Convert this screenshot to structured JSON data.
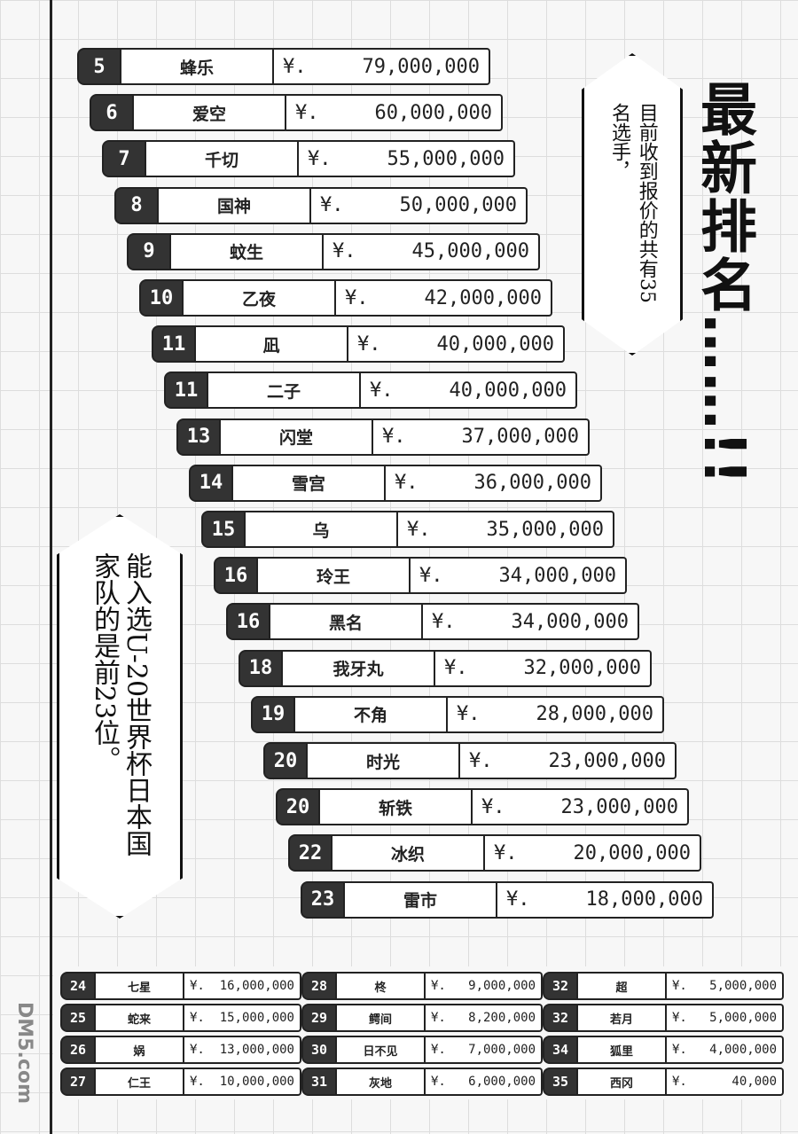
{
  "title": "最新排名……!!",
  "bubble_right": "目前收到报价的共有35名选手，",
  "bubble_left": "能入选U-20世界杯日本国家队的是前23位。",
  "currency": "¥.",
  "rankings": [
    {
      "rank": "5",
      "name": "蜂乐",
      "price": "79,000,000"
    },
    {
      "rank": "6",
      "name": "爱空",
      "price": "60,000,000"
    },
    {
      "rank": "7",
      "name": "千切",
      "price": "55,000,000"
    },
    {
      "rank": "8",
      "name": "国神",
      "price": "50,000,000"
    },
    {
      "rank": "9",
      "name": "蚊生",
      "price": "45,000,000"
    },
    {
      "rank": "10",
      "name": "乙夜",
      "price": "42,000,000"
    },
    {
      "rank": "11",
      "name": "凪",
      "price": "40,000,000"
    },
    {
      "rank": "11",
      "name": "二子",
      "price": "40,000,000"
    },
    {
      "rank": "13",
      "name": "闪堂",
      "price": "37,000,000"
    },
    {
      "rank": "14",
      "name": "雪宫",
      "price": "36,000,000"
    },
    {
      "rank": "15",
      "name": "乌",
      "price": "35,000,000"
    },
    {
      "rank": "16",
      "name": "玲王",
      "price": "34,000,000"
    },
    {
      "rank": "16",
      "name": "黑名",
      "price": "34,000,000"
    },
    {
      "rank": "18",
      "name": "我牙丸",
      "price": "32,000,000"
    },
    {
      "rank": "19",
      "name": "不角",
      "price": "28,000,000"
    },
    {
      "rank": "20",
      "name": "时光",
      "price": "23,000,000"
    },
    {
      "rank": "20",
      "name": "斩铁",
      "price": "23,000,000"
    },
    {
      "rank": "22",
      "name": "冰织",
      "price": "20,000,000"
    },
    {
      "rank": "23",
      "name": "雷市",
      "price": "18,000,000"
    }
  ],
  "lower": [
    {
      "rank": "24",
      "name": "七星",
      "price": "16,000,000"
    },
    {
      "rank": "25",
      "name": "蛇来",
      "price": "15,000,000"
    },
    {
      "rank": "26",
      "name": "娲",
      "price": "13,000,000"
    },
    {
      "rank": "27",
      "name": "仁王",
      "price": "10,000,000"
    },
    {
      "rank": "28",
      "name": "柊",
      "price": "9,000,000"
    },
    {
      "rank": "29",
      "name": "鳄间",
      "price": "8,200,000"
    },
    {
      "rank": "30",
      "name": "日不见",
      "price": "7,000,000"
    },
    {
      "rank": "31",
      "name": "灰地",
      "price": "6,000,000"
    },
    {
      "rank": "32",
      "name": "超",
      "price": "5,000,000"
    },
    {
      "rank": "32",
      "name": "若月",
      "price": "5,000,000"
    },
    {
      "rank": "34",
      "name": "狐里",
      "price": "4,000,000"
    },
    {
      "rank": "35",
      "name": "西冈",
      "price": "40,000"
    }
  ],
  "logo": "DM5.com"
}
